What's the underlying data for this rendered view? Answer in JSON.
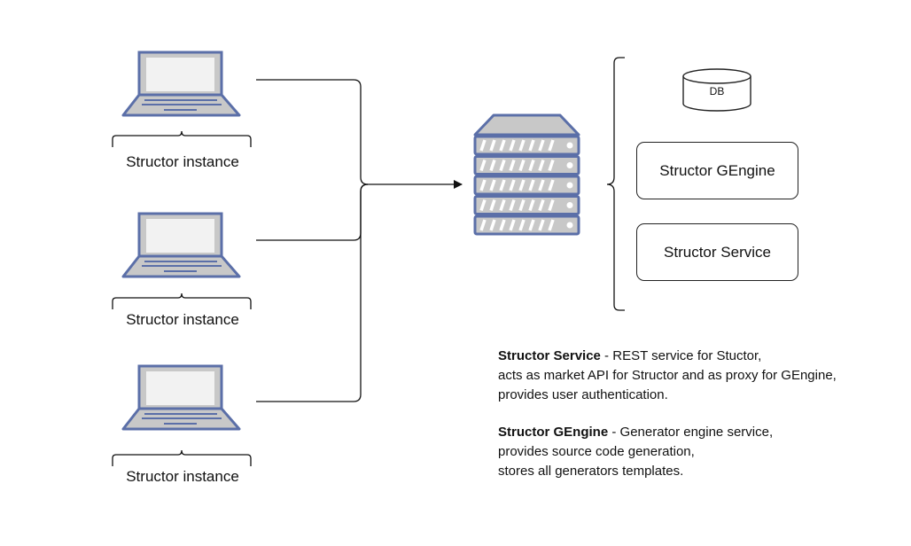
{
  "clients": [
    {
      "label": "Structor instance"
    },
    {
      "label": "Structor instance"
    },
    {
      "label": "Structor instance"
    }
  ],
  "server": {
    "icon": "server-rack-icon",
    "components": {
      "db": {
        "label": "DB"
      },
      "gengine": {
        "label": "Structor GEngine"
      },
      "service": {
        "label": "Structor Service"
      }
    }
  },
  "descriptions": {
    "service": {
      "title": "Structor Service",
      "separator": " - ",
      "lines": [
        "REST service for Stuctor,",
        "acts as market API for Structor and as proxy for GEngine,",
        "provides user authentication."
      ]
    },
    "gengine": {
      "title": "Structor GEngine",
      "separator": " - ",
      "lines": [
        "Generator engine service,",
        "provides source code generation,",
        "stores all generators templates."
      ]
    }
  },
  "colors": {
    "icon_stroke": "#5b6fa8",
    "icon_fill": "#c8c8c8",
    "screen_fill": "#f2f2f2",
    "line": "#111111"
  }
}
